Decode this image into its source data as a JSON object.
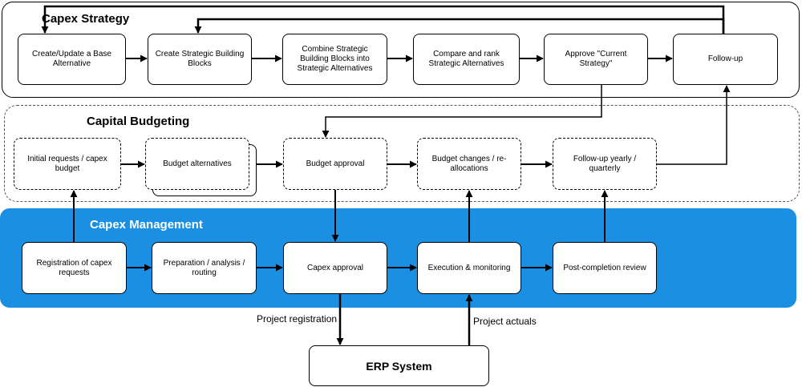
{
  "lanes": {
    "strategy": "Capex Strategy",
    "budgeting": "Capital Budgeting",
    "management": "Capex Management"
  },
  "strategy_steps": [
    "Create/Update a Base Alternative",
    "Create Strategic Building Blocks",
    "Combine Strategic Building Blocks into Strategic Alternatives",
    "Compare and rank Strategic Alternatives",
    "Approve \"Current Strategy\"",
    "Follow-up"
  ],
  "budgeting_steps": [
    "Initial requests / capex budget",
    "Budget alternatives",
    "Budget approval",
    "Budget changes / re-allocations",
    "Follow-up yearly / quarterly"
  ],
  "management_steps": [
    "Registration of capex requests",
    "Preparation / analysis  / routing",
    "Capex approval",
    "Execution & monitoring",
    "Post-completion review"
  ],
  "external": {
    "erp": "ERP System",
    "project_registration": "Project registration",
    "project_actuals": "Project actuals"
  },
  "colors": {
    "management_lane": "#1b8fe2",
    "line": "#000000"
  }
}
